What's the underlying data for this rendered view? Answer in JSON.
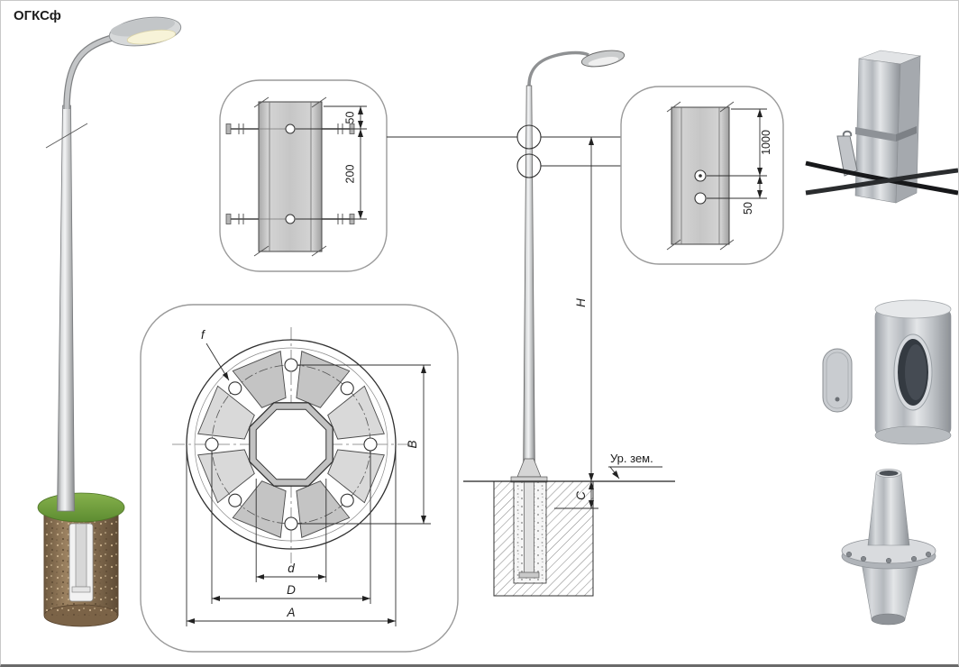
{
  "title": "ОГКСф",
  "callout_left": {
    "dim_top": "50",
    "dim_bottom": "200"
  },
  "callout_right": {
    "dim_top": "1000",
    "dim_bottom": "50"
  },
  "flange": {
    "f_label": "f",
    "b_label": "B",
    "d_label": "d",
    "big_d_label": "D",
    "a_label": "A"
  },
  "elevation": {
    "h_label": "H",
    "c_label": "C",
    "ground_label": "Ур. зем."
  }
}
